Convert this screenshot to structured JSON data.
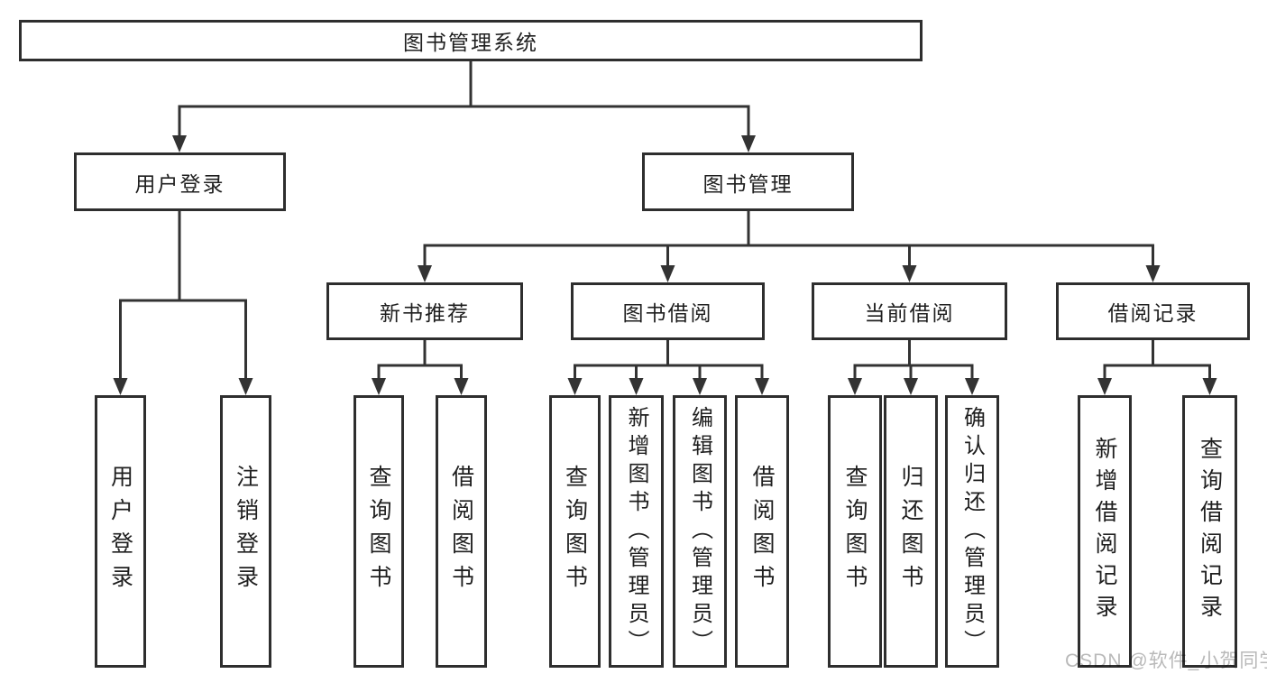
{
  "diagram_title": "图书管理系统",
  "watermark": {
    "text": "CSDN @软件_小贺同学",
    "color": "#b9b9b9"
  },
  "colors": {
    "background": "#ffffff",
    "box_border": "#2e2e2e",
    "connector_line": "#333333",
    "text": "#1f1f1f"
  },
  "tree": {
    "root": {
      "label": "图书管理系统"
    },
    "level2": [
      {
        "label": "用户登录"
      },
      {
        "label": "图书管理"
      }
    ],
    "level3": [
      {
        "label": "新书推荐"
      },
      {
        "label": "图书借阅"
      },
      {
        "label": "当前借阅"
      },
      {
        "label": "借阅记录"
      }
    ],
    "leaves": {
      "user": [
        {
          "label": "用户登录"
        },
        {
          "label": "注销登录"
        }
      ],
      "recommend": [
        {
          "label": "查询图书"
        },
        {
          "label": "借阅图书"
        }
      ],
      "borrow": [
        {
          "label": "查询图书"
        },
        {
          "label": "新增图书（管理员）"
        },
        {
          "label": "编辑图书（管理员）"
        },
        {
          "label": "借阅图书"
        }
      ],
      "current": [
        {
          "label": "查询图书"
        },
        {
          "label": "归还图书"
        },
        {
          "label": "确认归还（管理员）"
        }
      ],
      "records": [
        {
          "label": "新增借阅记录"
        },
        {
          "label": "查询借阅记录"
        }
      ]
    }
  }
}
